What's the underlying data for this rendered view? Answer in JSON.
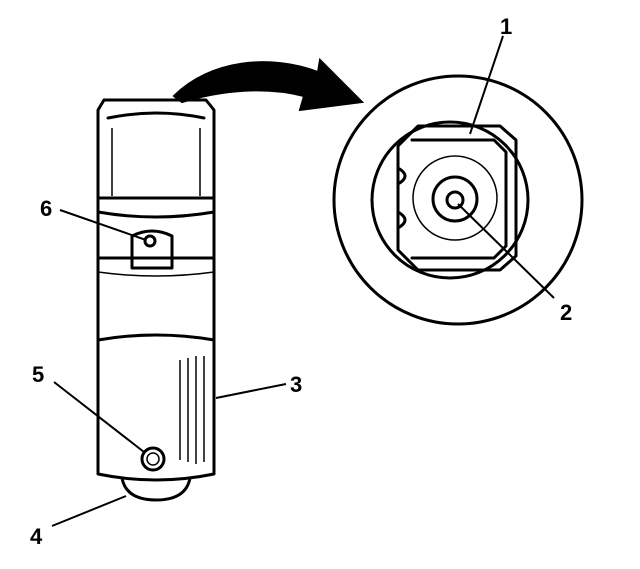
{
  "figure": {
    "callouts": [
      {
        "id": "c1",
        "label": "1"
      },
      {
        "id": "c2",
        "label": "2"
      },
      {
        "id": "c3",
        "label": "3"
      },
      {
        "id": "c4",
        "label": "4"
      },
      {
        "id": "c5",
        "label": "5"
      },
      {
        "id": "c6",
        "label": "6"
      }
    ]
  }
}
